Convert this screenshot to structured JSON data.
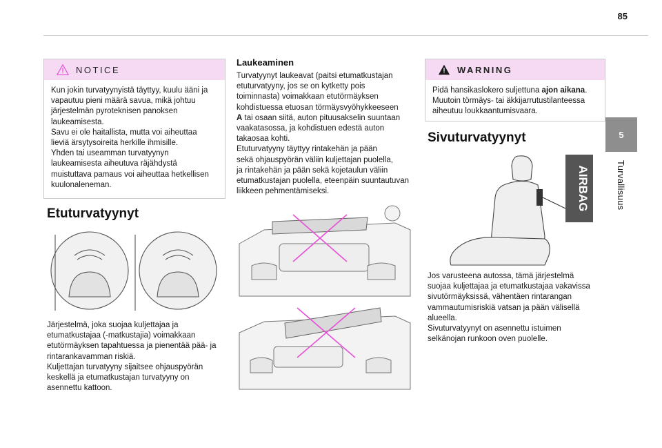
{
  "page": {
    "number": "85",
    "section_tab": "5",
    "section_label": "Turvallisuus"
  },
  "notice": {
    "title": "NOTICE",
    "body": "Kun jokin turvatyynyistä täyttyy, kuulu ääni ja\nvapautuu pieni määrä savua, mikä johtuu\njärjestelmän pyroteknisen panoksen\nlaukeamisesta.\nSavu ei ole haitallista, mutta voi aiheuttaa\nlieviä ärsytysoireita herkille ihmisille.\nYhden tai useamman turvatyynyn\nlaukeamisesta aiheutuva räjähdystä\nmuistuttava pamaus voi aiheuttaa hetkellisen\nkuulonaleneman."
  },
  "front_airbags": {
    "heading": "Etuturvatyynyt",
    "body": "Järjestelmä, joka suojaa kuljettajaa ja\netumatkustajaa (-matkustajia) voimakkaan\netutörmäyksen tapahtuessa ja pienentää pää- ja\nrintarankavamman riskiä.\nKuljettajan turvatyyny sijaitsee ohjauspyörän\nkeskellä ja etumatkustajan turvatyyny on\nasennettu kattoon."
  },
  "triggering": {
    "heading": "Laukeaminen",
    "body_1": "Turvatyynyt laukeavat (paitsi etumatkustajan\netuturvatyyny, jos se on kytketty pois\ntoiminnasta) voimakkaan etutörmäyksen\nkohdistuessa etuosan törmäysvyöhykkeeseen",
    "label_a": "A",
    "body_2": " tai osaan siitä, auton pituusakselin suuntaan\nvaakatasossa, ja kohdistuen edestä auton\ntakaosaa kohti.\nEtuturvatyyny täyttyy rintakehän ja pään\nsekä ohjauspyörän väliin kuljettajan puolella,\nja rintakehän ja pään sekä kojetaulun väliin\netumatkustajan puolella, eteenpäin suuntautuvan\nliikkeen pehmentämiseksi."
  },
  "warning": {
    "title": "WARNING",
    "body_1": "Pidä hansikaslokero suljettuna ",
    "body_bold": "ajon aikana",
    "body_2": ".\nMuutoin törmäys- tai äkkijarrutustilanteessa\naiheutuu loukkaantumisvaara."
  },
  "side_airbags": {
    "heading": "Sivuturvatyynyt",
    "badge": "AIRBAG",
    "body": "Jos varusteena autossa, tämä järjestelmä\nsuojaa kuljettajaa ja etumatkustajaa vakavissa\nsivutörmäyksissä, vähentäen rintarangan\nvammautumisriskiä vatsan ja pään välisellä\nalueella.\nSivuturvatyynyt on asennettu istuimen\nselkänojan runkoon oven puolelle."
  },
  "icons": [
    "notice-triangle-icon",
    "warning-triangle-icon",
    "steering-wheel-icon"
  ],
  "colors": {
    "note_header": "#f6d9f3",
    "cross": "#e64fd6",
    "side_tab": "#8e8e8e"
  }
}
